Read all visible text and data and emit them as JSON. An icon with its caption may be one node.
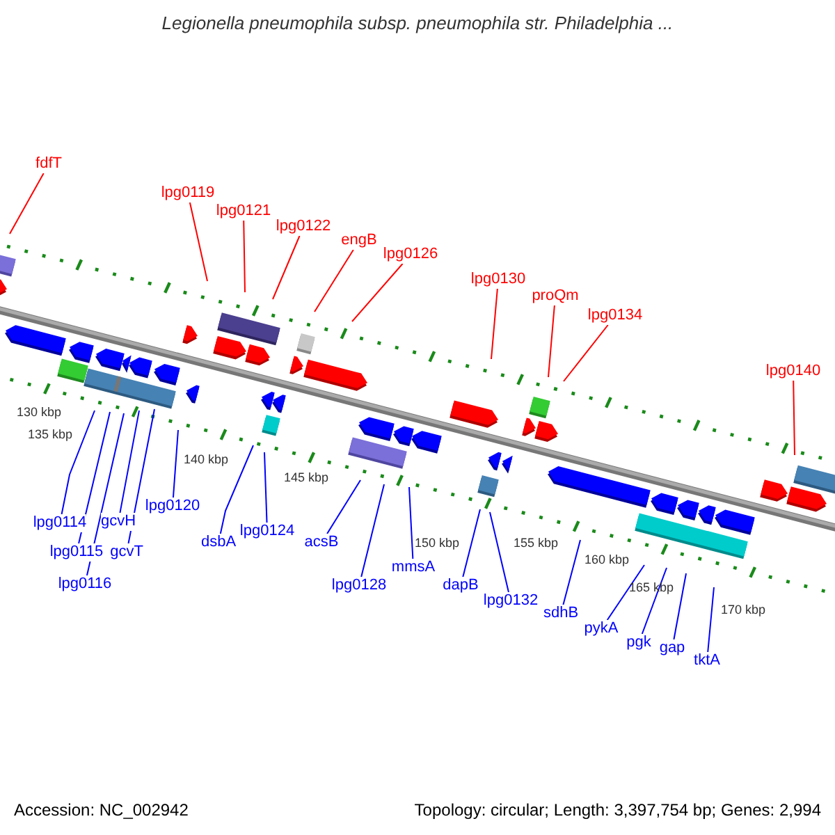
{
  "diagram": {
    "title": "Legionella pneumophila subsp. pneumophila str. Philadelphia ...",
    "nodes": [
      {
        "text": [
          "fdfT"
        ]
      },
      {
        "text": [
          "lpg0119"
        ]
      },
      {
        "text": [
          "lpg0121"
        ]
      },
      {
        "text": [
          "lpg0122"
        ]
      },
      {
        "text": [
          "engB"
        ]
      },
      {
        "text": [
          "lpg0126"
        ]
      },
      {
        "text": [
          "lpg0130"
        ]
      },
      {
        "text": [
          "proQm"
        ]
      },
      {
        "text": [
          "lpg0134"
        ]
      },
      {
        "text": [
          "lpg0140"
        ]
      },
      {
        "text": [
          "lpg0114"
        ]
      },
      {
        "text": [
          "lpg0115"
        ]
      },
      {
        "text": [
          "lpg0116"
        ]
      },
      {
        "text": [
          "gcvH"
        ]
      },
      {
        "text": [
          "gcvT"
        ]
      },
      {
        "text": [
          "lpg0120"
        ]
      },
      {
        "text": [
          "dsbA"
        ]
      },
      {
        "text": [
          "lpg0124"
        ]
      },
      {
        "text": [
          "acsB"
        ]
      },
      {
        "text": [
          "lpg0128"
        ]
      },
      {
        "text": [
          "mmsA"
        ]
      },
      {
        "text": [
          "dapB"
        ]
      },
      {
        "text": [
          "lpg0132"
        ]
      },
      {
        "text": [
          "sdhB"
        ]
      },
      {
        "text": [
          "pykA"
        ]
      },
      {
        "text": [
          "pgk"
        ]
      },
      {
        "text": [
          "gap"
        ]
      },
      {
        "text": [
          "tktA"
        ]
      }
    ],
    "edges": [
      {
        "from": 0,
        "to": null,
        "arrow": "none",
        "color": "#ff0000"
      },
      {
        "from": 1,
        "to": null,
        "arrow": "none",
        "color": "#ff0000"
      },
      {
        "from": 2,
        "to": null,
        "arrow": "none",
        "color": "#ff0000"
      },
      {
        "from": 3,
        "to": null,
        "arrow": "none",
        "color": "#ff0000"
      },
      {
        "from": 4,
        "to": null,
        "arrow": "none",
        "color": "#ff0000"
      },
      {
        "from": 5,
        "to": null,
        "arrow": "none",
        "color": "#ff0000"
      },
      {
        "from": 6,
        "to": null,
        "arrow": "none",
        "color": "#ff0000"
      },
      {
        "from": 7,
        "to": null,
        "arrow": "none",
        "color": "#ff0000"
      },
      {
        "from": 8,
        "to": null,
        "arrow": "none",
        "color": "#ff0000"
      },
      {
        "from": 9,
        "to": null,
        "arrow": "none",
        "color": "#ff0000"
      },
      {
        "from": 10,
        "to": null,
        "arrow": "none"
      },
      {
        "from": 11,
        "to": null,
        "arrow": "none"
      },
      {
        "from": 12,
        "to": null,
        "arrow": "none"
      },
      {
        "from": 13,
        "to": null,
        "arrow": "none"
      },
      {
        "from": 14,
        "to": null,
        "arrow": "none"
      },
      {
        "from": 15,
        "to": null,
        "arrow": "none"
      },
      {
        "from": 16,
        "to": null,
        "arrow": "none"
      },
      {
        "from": 17,
        "to": null,
        "arrow": "none"
      },
      {
        "from": 18,
        "to": null,
        "arrow": "none"
      },
      {
        "from": 19,
        "to": null,
        "arrow": "none"
      },
      {
        "from": 20,
        "to": null,
        "arrow": "none"
      },
      {
        "from": 21,
        "to": null,
        "arrow": "none"
      },
      {
        "from": 22,
        "to": null,
        "arrow": "none"
      },
      {
        "from": 23,
        "to": null,
        "arrow": "none"
      },
      {
        "from": 24,
        "to": null,
        "arrow": "none"
      },
      {
        "from": 25,
        "to": null,
        "arrow": "none"
      },
      {
        "from": 26,
        "to": null,
        "arrow": "none"
      },
      {
        "from": 27,
        "to": null,
        "arrow": "none"
      }
    ],
    "labels": [
      "130 kbp",
      "135 kbp",
      "140 kbp",
      "145 kbp",
      "150 kbp",
      "155 kbp",
      "160 kbp",
      "165 kbp",
      "170 kbp",
      "Accession: NC_002942",
      "Topology: circular; Length: 3,397,754 bp; Genes: 2,994"
    ]
  }
}
